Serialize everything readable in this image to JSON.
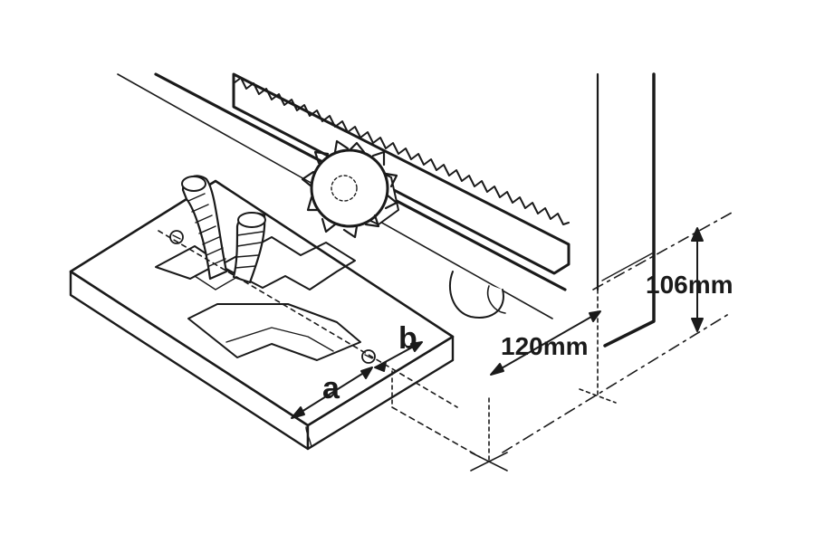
{
  "diagram": {
    "labels": {
      "a": "a",
      "b": "b",
      "width_dim": "120mm",
      "height_dim": "106mm"
    },
    "colors": {
      "line": "#1a1a1a",
      "fill": "#ffffff"
    }
  }
}
